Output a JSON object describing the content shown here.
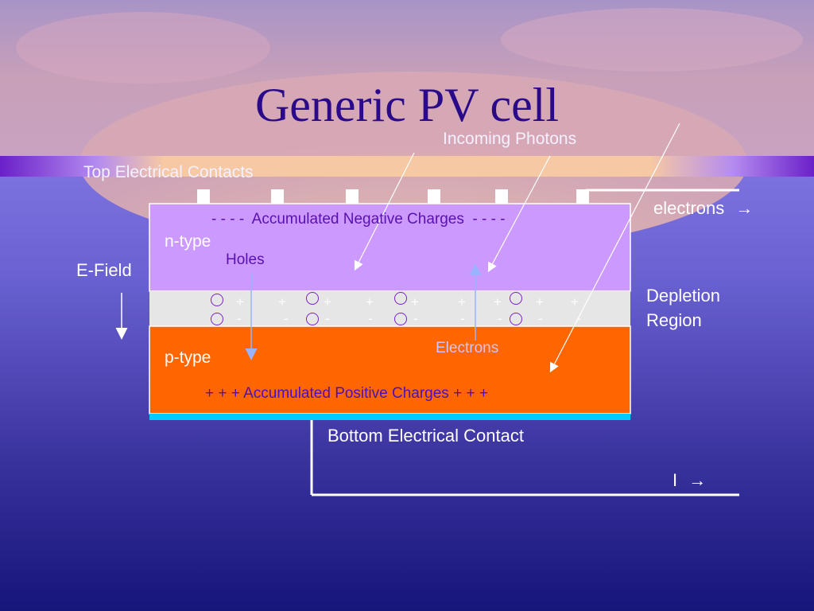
{
  "title": "Generic PV cell",
  "labels": {
    "incoming_photons": "Incoming Photons",
    "top_contacts": "Top Electrical Contacts",
    "electrons_out": "electrons",
    "efield": "E-Field",
    "accum_negative": "- - - -  Accumulated Negative Charges  - - - -",
    "n_type": "n-type",
    "holes": "Holes",
    "depletion_region": [
      "Depletion",
      "Region"
    ],
    "electrons": "Electrons",
    "p_type": "p-type",
    "accum_positive": "+ + + Accumulated Positive Charges + + +",
    "bottom_contact": "Bottom Electrical Contact",
    "current": "I"
  },
  "arrow_glyph": "→",
  "depletion_charges": {
    "plus": "+",
    "minus": "-"
  },
  "colors": {
    "n_type": "#cc99ff",
    "depletion": "#e6e6e6",
    "p_type": "#ff6600",
    "bottom_contact_strip": "#00ccff",
    "title": "#2a0a8a",
    "background_top": "#9a8cf4",
    "background_bottom": "#16157a"
  }
}
